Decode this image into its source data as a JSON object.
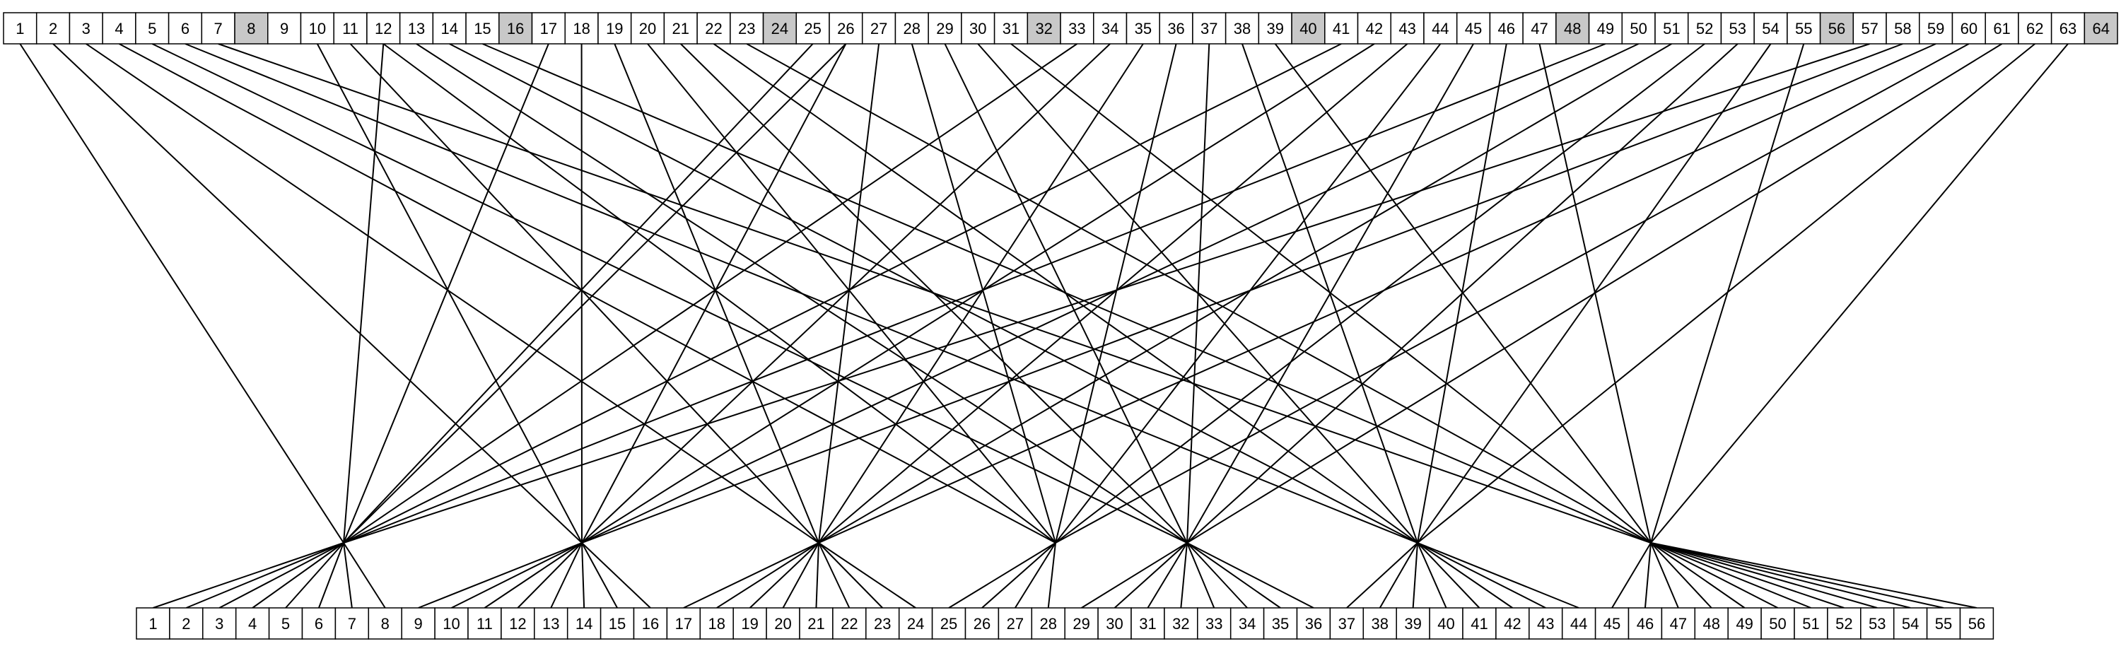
{
  "top_row": {
    "labels": [
      "1",
      "2",
      "3",
      "4",
      "5",
      "6",
      "7",
      "8",
      "9",
      "10",
      "11",
      "12",
      "13",
      "14",
      "15",
      "16",
      "17",
      "18",
      "19",
      "20",
      "21",
      "22",
      "23",
      "24",
      "25",
      "26",
      "27",
      "28",
      "29",
      "30",
      "31",
      "32",
      "33",
      "34",
      "35",
      "36",
      "37",
      "38",
      "39",
      "40",
      "41",
      "42",
      "43",
      "44",
      "45",
      "46",
      "47",
      "48",
      "49",
      "50",
      "51",
      "52",
      "53",
      "54",
      "55",
      "56",
      "57",
      "58",
      "59",
      "60",
      "61",
      "62",
      "63",
      "64"
    ],
    "shaded": [
      "8",
      "16",
      "24",
      "32",
      "40",
      "48",
      "56",
      "64"
    ]
  },
  "bottom_row": {
    "labels": [
      "1",
      "2",
      "3",
      "4",
      "5",
      "6",
      "7",
      "8",
      "9",
      "10",
      "11",
      "12",
      "13",
      "14",
      "15",
      "16",
      "17",
      "18",
      "19",
      "20",
      "21",
      "22",
      "23",
      "24",
      "25",
      "26",
      "27",
      "28",
      "29",
      "30",
      "31",
      "32",
      "33",
      "34",
      "35",
      "36",
      "37",
      "38",
      "39",
      "40",
      "41",
      "42",
      "43",
      "44",
      "45",
      "46",
      "47",
      "48",
      "49",
      "50",
      "51",
      "52",
      "53",
      "54",
      "55",
      "56"
    ]
  },
  "hubs": [
    {
      "hub": 1,
      "top_inputs": [
        1,
        12,
        17,
        25,
        26,
        33,
        41,
        49,
        57
      ],
      "bottom_outputs": [
        1,
        2,
        3,
        4,
        5,
        6,
        7,
        8
      ]
    },
    {
      "hub": 2,
      "top_inputs": [
        2,
        10,
        18,
        26,
        34,
        42,
        50,
        58
      ],
      "bottom_outputs": [
        9,
        10,
        11,
        12,
        13,
        14,
        15,
        16
      ]
    },
    {
      "hub": 3,
      "top_inputs": [
        3,
        11,
        19,
        27,
        35,
        43,
        51,
        59
      ],
      "bottom_outputs": [
        17,
        18,
        19,
        20,
        21,
        22,
        23,
        24
      ]
    },
    {
      "hub": 4,
      "top_inputs": [
        4,
        12,
        20,
        28,
        36,
        44,
        52,
        60
      ],
      "bottom_outputs": [
        25,
        26,
        27,
        28
      ]
    },
    {
      "hub": 5,
      "top_inputs": [
        5,
        13,
        21,
        29,
        37,
        45,
        53,
        61
      ],
      "bottom_outputs": [
        29,
        30,
        31,
        32,
        33,
        34,
        35,
        36
      ]
    },
    {
      "hub": 6,
      "top_inputs": [
        6,
        14,
        22,
        30,
        38,
        46,
        54,
        62
      ],
      "bottom_outputs": [
        37,
        38,
        39,
        40,
        41,
        42,
        43,
        44
      ]
    },
    {
      "hub": 7,
      "top_inputs": [
        7,
        15,
        23,
        31,
        39,
        47,
        55,
        63
      ],
      "bottom_outputs": [
        45,
        46,
        47,
        48,
        49,
        50,
        51,
        52,
        53,
        54,
        55,
        56
      ]
    }
  ]
}
